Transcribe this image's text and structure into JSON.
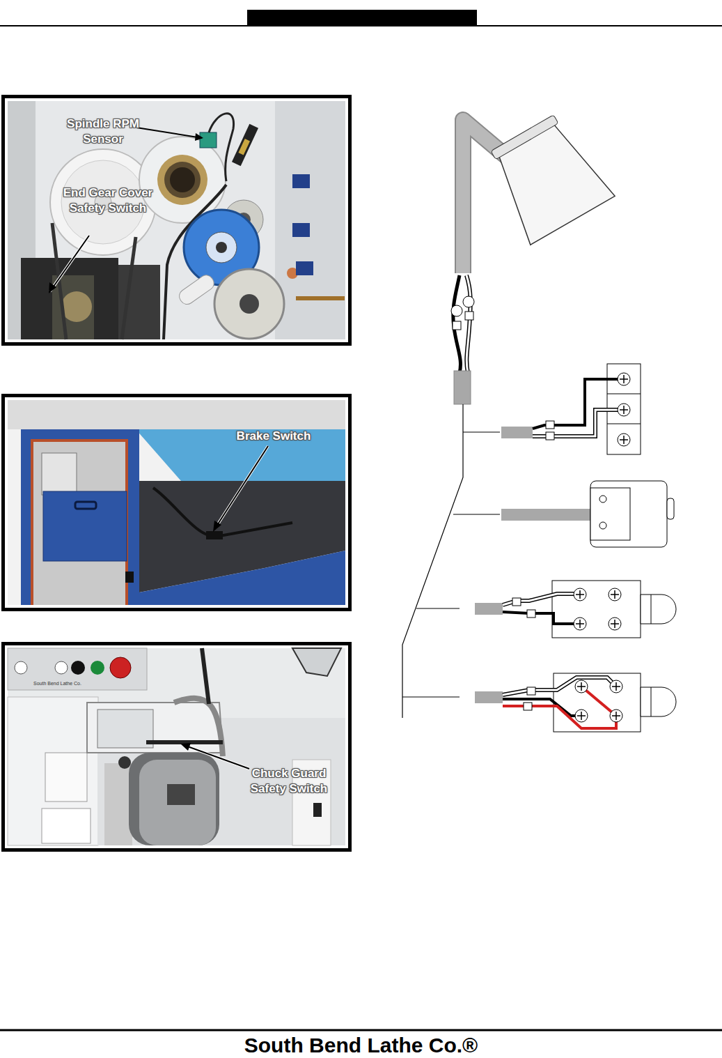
{
  "diagram": {
    "labels": [
      "Spindle RPM Sensor",
      "End Gear Cover Safety Switch",
      "Brake Switch",
      "Chuck Guard Safety Switch",
      "South Bend Lathe Co.",
      "South Bend Lathe Co.®"
    ]
  }
}
